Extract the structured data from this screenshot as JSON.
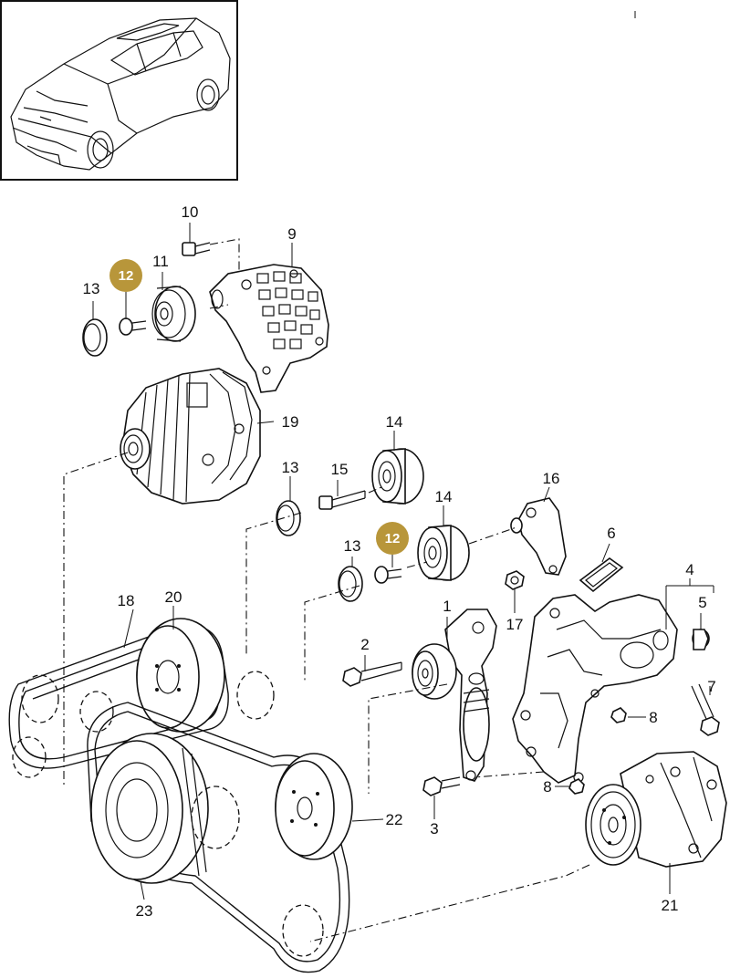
{
  "highlight_color": "#b8963a",
  "callouts": [
    {
      "id": "c1",
      "label": "1"
    },
    {
      "id": "c2",
      "label": "2"
    },
    {
      "id": "c3",
      "label": "3"
    },
    {
      "id": "c4",
      "label": "4"
    },
    {
      "id": "c5",
      "label": "5"
    },
    {
      "id": "c6",
      "label": "6"
    },
    {
      "id": "c7",
      "label": "7"
    },
    {
      "id": "c8a",
      "label": "8"
    },
    {
      "id": "c8b",
      "label": "8"
    },
    {
      "id": "c9",
      "label": "9"
    },
    {
      "id": "c10",
      "label": "10"
    },
    {
      "id": "c11",
      "label": "11"
    },
    {
      "id": "c12a",
      "label": "12"
    },
    {
      "id": "c12b",
      "label": "12"
    },
    {
      "id": "c13a",
      "label": "13"
    },
    {
      "id": "c13b",
      "label": "13"
    },
    {
      "id": "c13c",
      "label": "13"
    },
    {
      "id": "c14a",
      "label": "14"
    },
    {
      "id": "c14b",
      "label": "14"
    },
    {
      "id": "c15",
      "label": "15"
    },
    {
      "id": "c16",
      "label": "16"
    },
    {
      "id": "c17",
      "label": "17"
    },
    {
      "id": "c18",
      "label": "18"
    },
    {
      "id": "c19",
      "label": "19"
    },
    {
      "id": "c20",
      "label": "20"
    },
    {
      "id": "c21",
      "label": "21"
    },
    {
      "id": "c22",
      "label": "22"
    },
    {
      "id": "c23",
      "label": "23"
    }
  ]
}
